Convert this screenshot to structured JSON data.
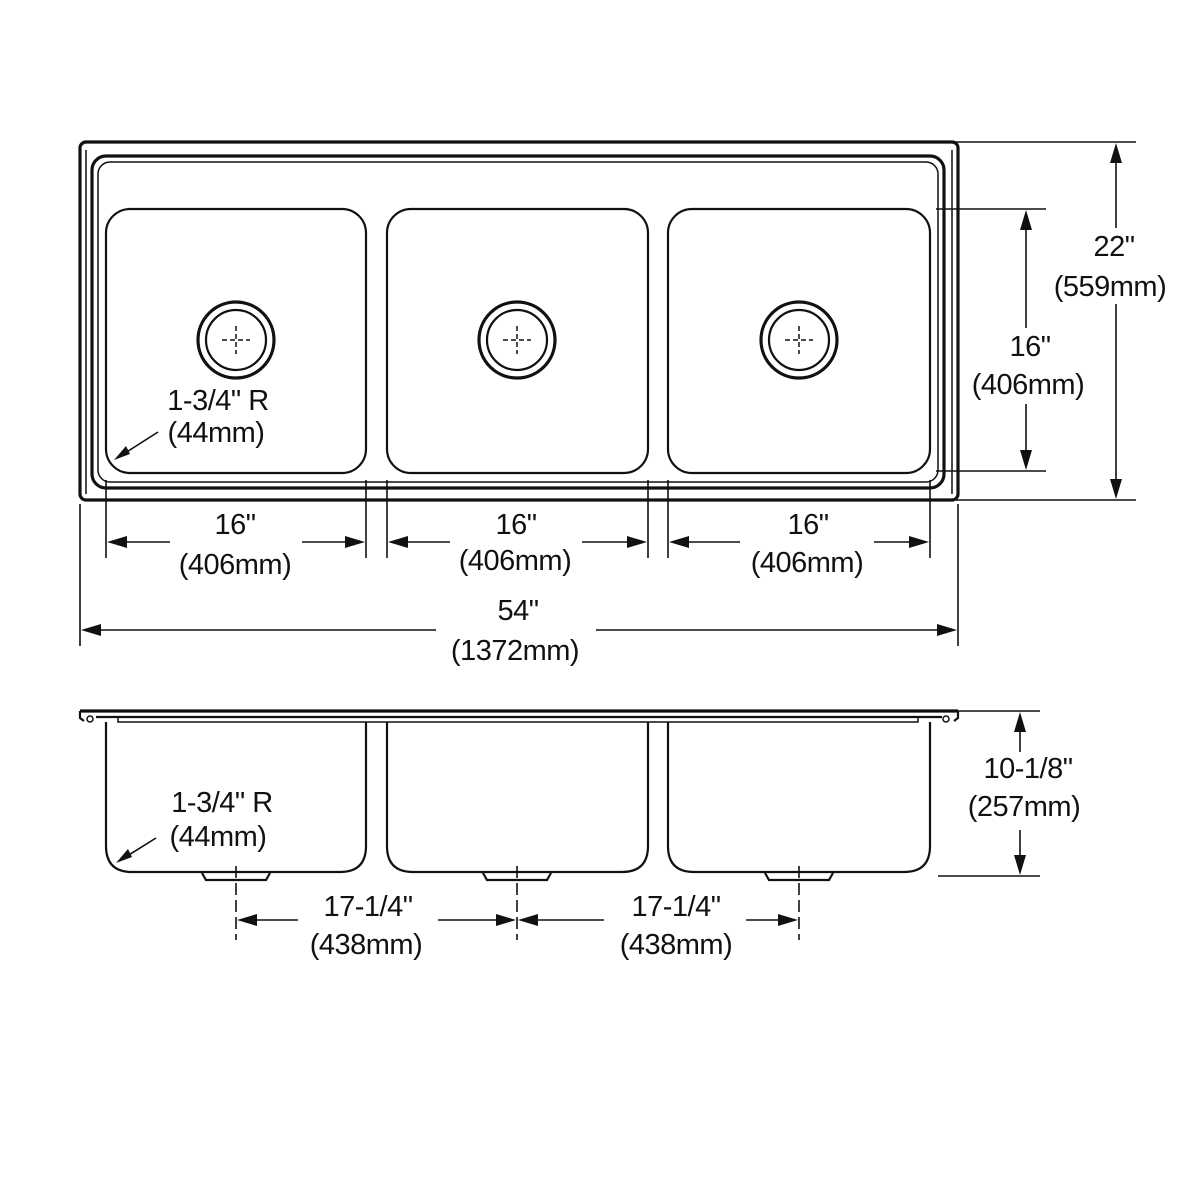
{
  "top_view": {
    "bowl_radius": {
      "inch": "1-3/4\" R",
      "mm": "(44mm)"
    },
    "overall_depth": {
      "inch": "22\"",
      "mm": "(559mm)"
    },
    "bowl_depth": {
      "inch": "16\"",
      "mm": "(406mm)"
    },
    "bowl_widths": [
      {
        "inch": "16\"",
        "mm": "(406mm)"
      },
      {
        "inch": "16\"",
        "mm": "(406mm)"
      },
      {
        "inch": "16\"",
        "mm": "(406mm)"
      }
    ],
    "overall_width": {
      "inch": "54\"",
      "mm": "(1372mm)"
    }
  },
  "front_view": {
    "bowl_radius": {
      "inch": "1-3/4\" R",
      "mm": "(44mm)"
    },
    "bowl_height": {
      "inch": "10-1/8\"",
      "mm": "(257mm)"
    },
    "drain_spacing": [
      {
        "inch": "17-1/4\"",
        "mm": "(438mm)"
      },
      {
        "inch": "17-1/4\"",
        "mm": "(438mm)"
      }
    ]
  }
}
